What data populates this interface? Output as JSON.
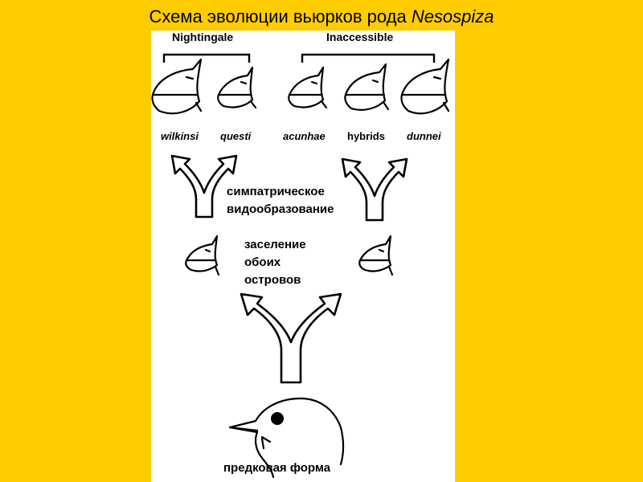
{
  "title": {
    "prefix": "Схема эволюции вьюрков рода ",
    "genus": "Nesospiza"
  },
  "islands": {
    "left": "Nightingale",
    "right": "Inaccessible"
  },
  "species": {
    "wilkinsi": "wilkinsi",
    "questi": "questi",
    "acunhae": "acunhae",
    "hybrids": "hybrids",
    "dunnei": "dunnei"
  },
  "labels": {
    "sympatric_line1": "симпатрическое",
    "sympatric_line2": "видообразование",
    "colonization_line1": "заселение",
    "colonization_line2": "обоих",
    "colonization_line3": "островов",
    "ancestor": "предковая форма"
  },
  "colors": {
    "background": "#FFCC00",
    "panel": "#FFFFFF",
    "ink": "#000000"
  },
  "icons": [
    "bird-beak-icon",
    "ancestor-bird-icon",
    "branching-arrow-icon"
  ]
}
